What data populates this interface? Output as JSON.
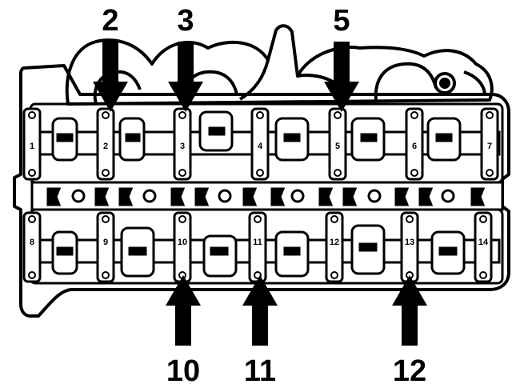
{
  "callouts_top": [
    "2",
    "3",
    "5"
  ],
  "callouts_bottom": [
    "10",
    "11",
    "12"
  ],
  "cap_labels_upper": [
    "1",
    "2",
    "3",
    "4",
    "5",
    "6",
    "7"
  ],
  "cap_labels_lower": [
    "8",
    "9",
    "10",
    "11",
    "12",
    "13",
    "14"
  ]
}
